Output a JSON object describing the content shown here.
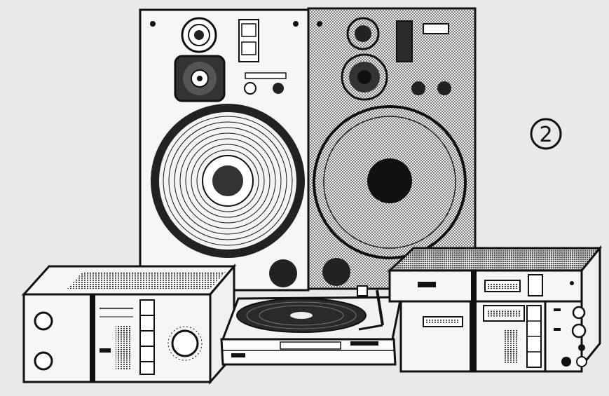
{
  "figure": {
    "marker": "2",
    "items": [
      {
        "id": "speaker-left",
        "icon": "speaker-icon"
      },
      {
        "id": "speaker-right",
        "icon": "speaker-icon"
      },
      {
        "id": "amplifier",
        "icon": "amplifier-icon"
      },
      {
        "id": "turntable",
        "icon": "turntable-icon"
      },
      {
        "id": "tuner-deck",
        "icon": "tuner-icon"
      }
    ],
    "colors": {
      "ink": "#141414",
      "paper": "#e9e9e9",
      "panel": "#f4f4f4"
    }
  }
}
